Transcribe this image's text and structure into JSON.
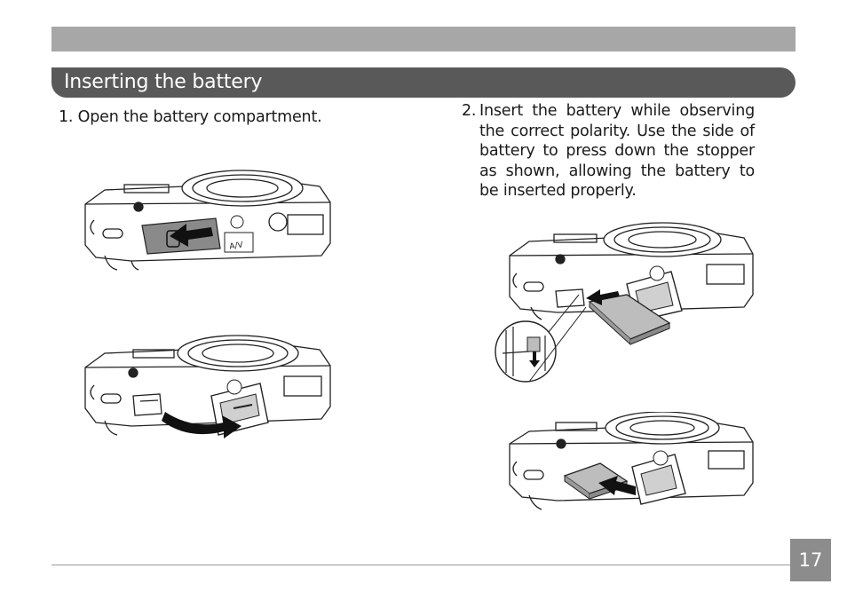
{
  "section_title": "Inserting the battery",
  "step1": {
    "text": "1. Open the battery compartment."
  },
  "step2": {
    "number": "2.",
    "text": "Insert the battery while observing the correct polarity. Use the side of battery to press down the stopper as shown, allowing the battery to be inserted properly."
  },
  "illustrations": {
    "av_port_label": "A/V",
    "colors": {
      "door_fill": "#8a8a8a",
      "arrow": "#1a1a1a",
      "outline": "#222222"
    }
  },
  "page_number": "17"
}
